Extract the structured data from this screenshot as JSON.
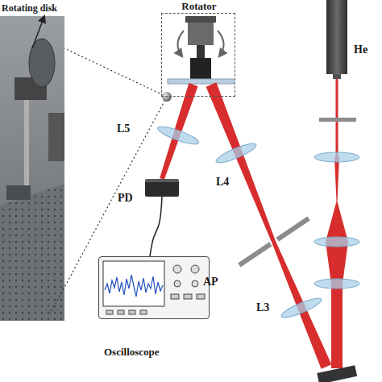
{
  "diagram": {
    "nodes": [
      {
        "text": [
          "Rotator"
        ]
      },
      {
        "text": [
          "He"
        ]
      },
      {
        "text": [
          "PD"
        ]
      },
      {
        "text": [
          "Oscilloscope"
        ]
      }
    ],
    "edges": [
      {
        "from": 2,
        "to": 3,
        "arrow": "none"
      }
    ],
    "labels": [
      "Rotating disk",
      "L5",
      "L4",
      "AP",
      "L3"
    ]
  }
}
